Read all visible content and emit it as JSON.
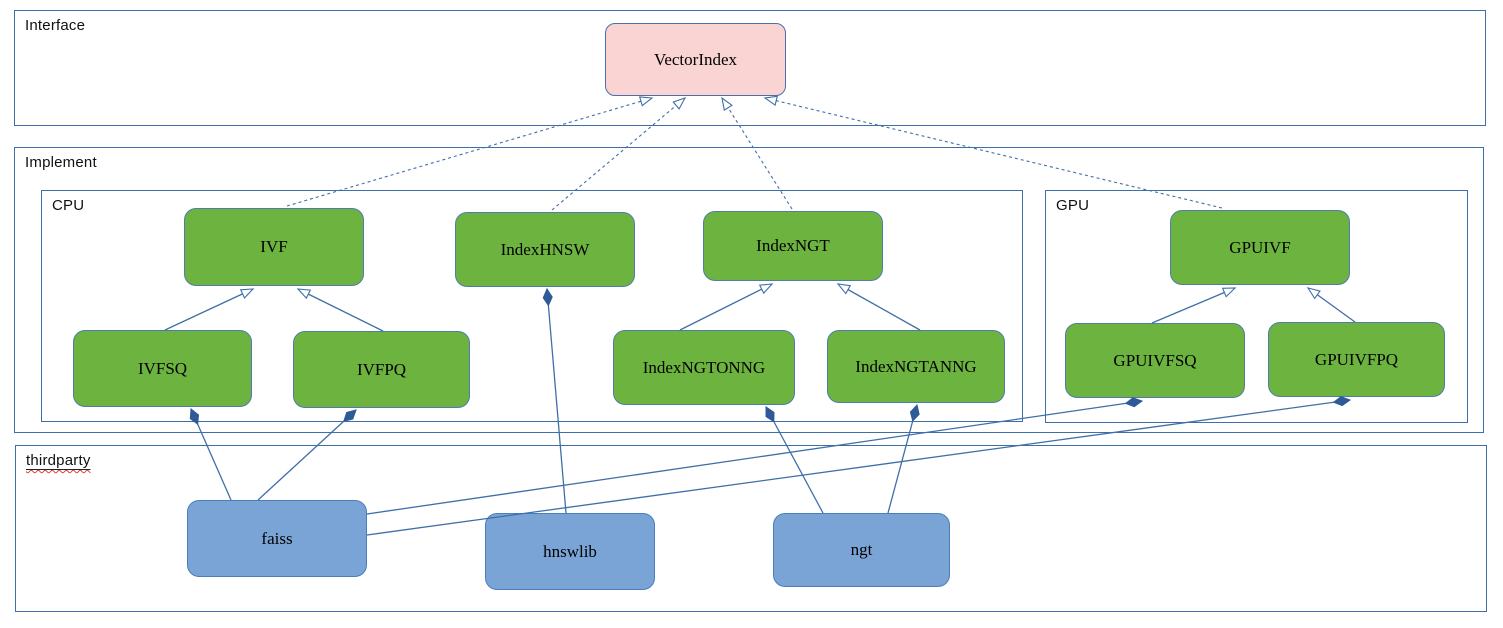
{
  "containers": {
    "interface": {
      "label": "Interface"
    },
    "implement": {
      "label": "Implement"
    },
    "cpu": {
      "label": "CPU"
    },
    "gpu": {
      "label": "GPU"
    },
    "thirdparty": {
      "label": "thirdparty"
    }
  },
  "nodes": {
    "vectorindex": {
      "label": "VectorIndex",
      "kind": "interface"
    },
    "ivf": {
      "label": "IVF",
      "kind": "cpu-implementation"
    },
    "indexhnsw": {
      "label": "IndexHNSW",
      "kind": "cpu-implementation"
    },
    "indexngt": {
      "label": "IndexNGT",
      "kind": "cpu-implementation"
    },
    "ivfsq": {
      "label": "IVFSQ",
      "kind": "cpu-implementation"
    },
    "ivfpq": {
      "label": "IVFPQ",
      "kind": "cpu-implementation"
    },
    "indexngtonng": {
      "label": "IndexNGTONNG",
      "kind": "cpu-implementation"
    },
    "indexngtanng": {
      "label": "IndexNGTANNG",
      "kind": "cpu-implementation"
    },
    "gpuivf": {
      "label": "GPUIVF",
      "kind": "gpu-implementation"
    },
    "gpuivfsq": {
      "label": "GPUIVFSQ",
      "kind": "gpu-implementation"
    },
    "gpuivfpq": {
      "label": "GPUIVFPQ",
      "kind": "gpu-implementation"
    },
    "faiss": {
      "label": "faiss",
      "kind": "thirdparty-library"
    },
    "hnswlib": {
      "label": "hnswlib",
      "kind": "thirdparty-library"
    },
    "ngt": {
      "label": "ngt",
      "kind": "thirdparty-library"
    }
  },
  "edges": [
    {
      "from": "ivf",
      "to": "vectorindex",
      "type": "realization-dashed-hollow-arrow"
    },
    {
      "from": "indexhnsw",
      "to": "vectorindex",
      "type": "realization-dashed-hollow-arrow"
    },
    {
      "from": "indexngt",
      "to": "vectorindex",
      "type": "realization-dashed-hollow-arrow"
    },
    {
      "from": "gpuivf",
      "to": "vectorindex",
      "type": "realization-dashed-hollow-arrow"
    },
    {
      "from": "ivfsq",
      "to": "ivf",
      "type": "inheritance-hollow-arrow"
    },
    {
      "from": "ivfpq",
      "to": "ivf",
      "type": "inheritance-hollow-arrow"
    },
    {
      "from": "indexngtonng",
      "to": "indexngt",
      "type": "inheritance-hollow-arrow"
    },
    {
      "from": "indexngtanng",
      "to": "indexngt",
      "type": "inheritance-hollow-arrow"
    },
    {
      "from": "gpuivfsq",
      "to": "gpuivf",
      "type": "inheritance-hollow-arrow"
    },
    {
      "from": "gpuivfpq",
      "to": "gpuivf",
      "type": "inheritance-hollow-arrow"
    },
    {
      "from": "faiss",
      "to": "ivfsq",
      "type": "composition-filled-diamond"
    },
    {
      "from": "faiss",
      "to": "ivfpq",
      "type": "composition-filled-diamond"
    },
    {
      "from": "faiss",
      "to": "gpuivfsq",
      "type": "composition-filled-diamond"
    },
    {
      "from": "faiss",
      "to": "gpuivfpq",
      "type": "composition-filled-diamond"
    },
    {
      "from": "hnswlib",
      "to": "indexhnsw",
      "type": "composition-filled-diamond"
    },
    {
      "from": "ngt",
      "to": "indexngtonng",
      "type": "composition-filled-diamond"
    },
    {
      "from": "ngt",
      "to": "indexngtanng",
      "type": "composition-filled-diamond"
    }
  ],
  "colors": {
    "container_border": "#3f6fa8",
    "node_green": "#6cb33f",
    "node_blue": "#7aa4d6",
    "node_pink": "#f9d4d2",
    "edge_line": "#3f6fa8",
    "diamond_fill": "#2e5b97",
    "spellcheck_squiggle": "#e03a2f",
    "text": "#000000"
  }
}
